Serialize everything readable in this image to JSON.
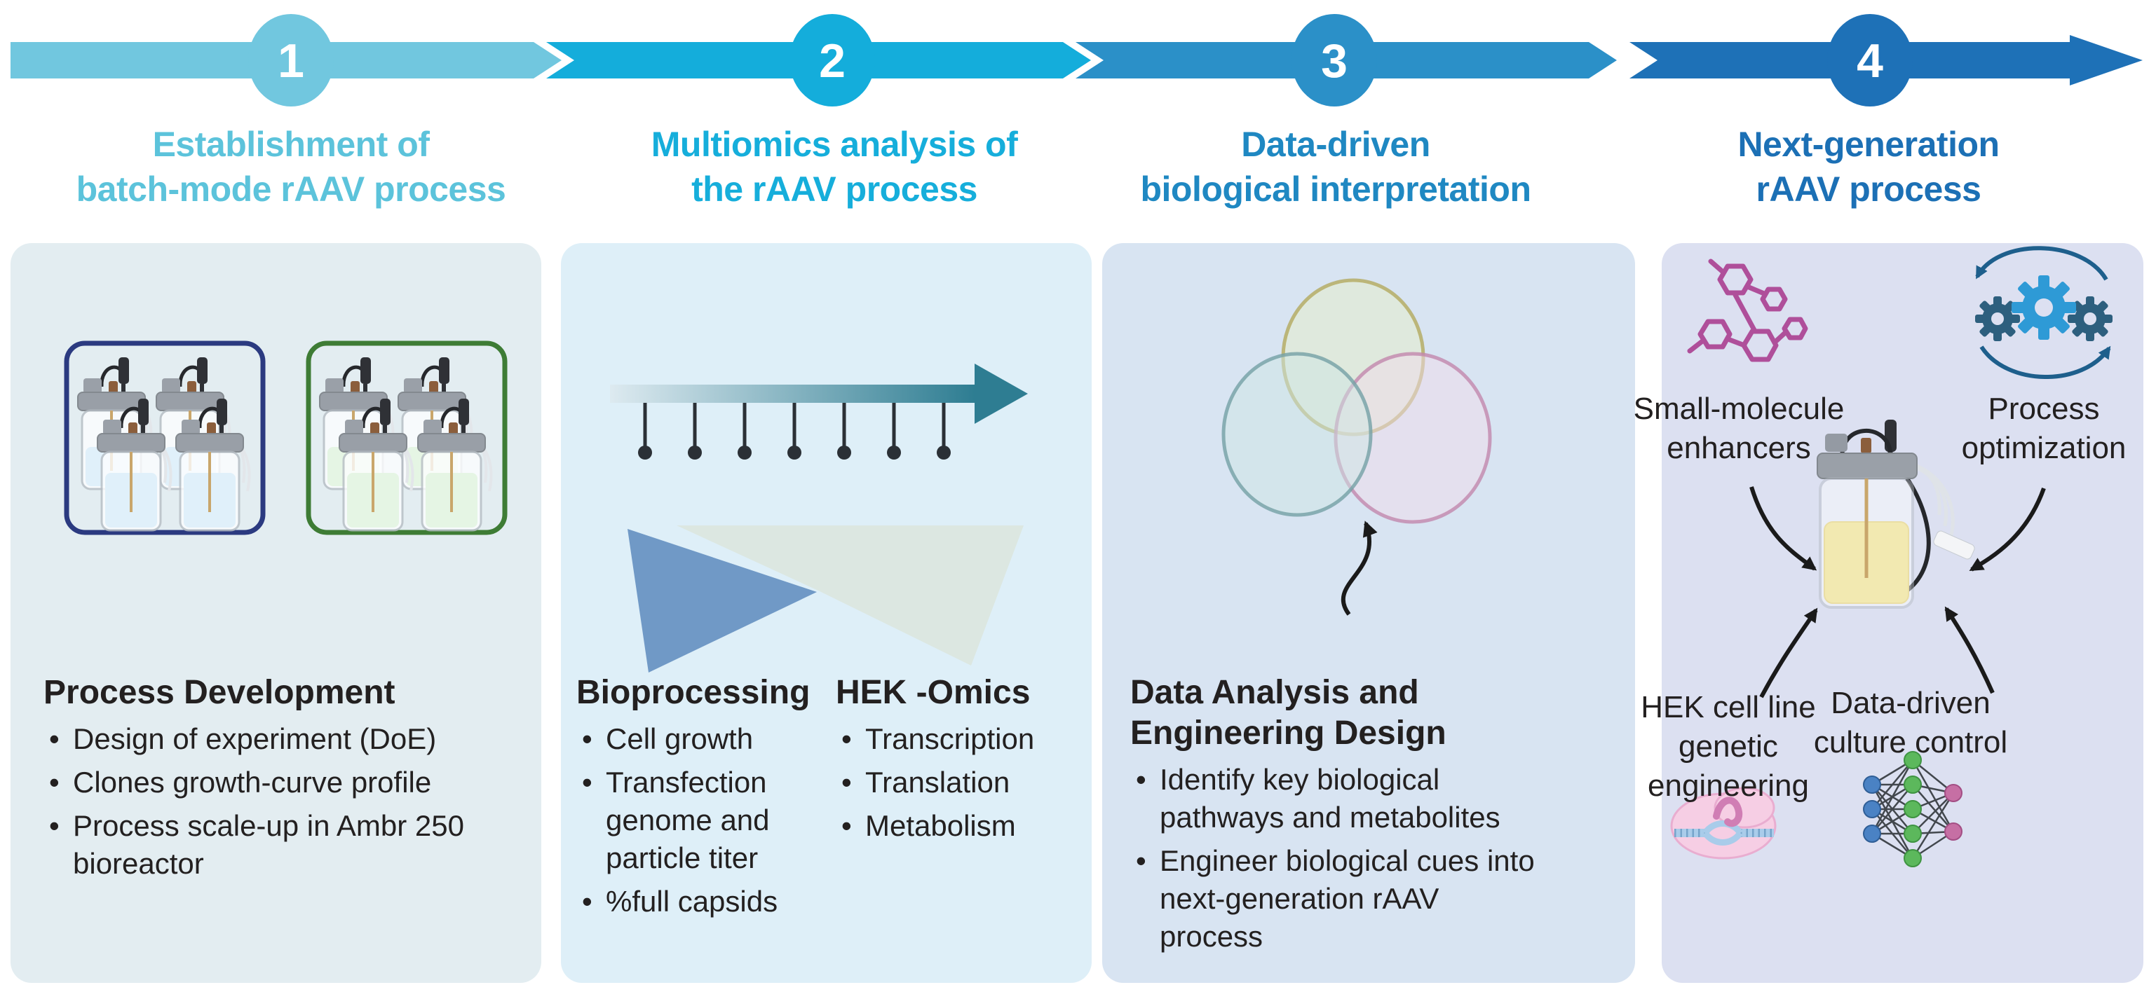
{
  "figure_title": "rAAV process development workflow",
  "timeline": {
    "steps": [
      {
        "number": "1",
        "title_line1": "Establishment of",
        "title_line2": "batch-mode rAAV process",
        "arrow_color": "#71C7DF",
        "title_color": "#5CC3DB"
      },
      {
        "number": "2",
        "title_line1": "Multiomics analysis of",
        "title_line2": "the rAAV process",
        "arrow_color": "#14ADDB",
        "title_color": "#16AEDB"
      },
      {
        "number": "3",
        "title_line1": "Data-driven",
        "title_line2": "biological interpretation",
        "arrow_color": "#2B90C8",
        "title_color": "#1F88C2"
      },
      {
        "number": "4",
        "title_line1": "Next-generation",
        "title_line2": "rAAV process",
        "arrow_color": "#1E71B7",
        "title_color": "#1C70B5"
      }
    ]
  },
  "panels": {
    "process_development": {
      "heading": "Process Development",
      "bullets": [
        "Design of experiment (DoE)",
        "Clones growth-curve profile",
        "Process scale-up in Ambr 250  bioreactor"
      ],
      "icons": [
        "blue-bioreactor-group-icon",
        "green-bioreactor-group-icon"
      ],
      "group_border_colors": [
        "#2B3A80",
        "#3E7C35"
      ],
      "liquid_colors": [
        "#6FBCE8",
        "#86D37C"
      ]
    },
    "multiomics": {
      "icons": [
        "sampling-timeline-arrow-icon",
        "bioprocess-omics-funnel-icon"
      ],
      "sampling_points": 7,
      "columns": [
        {
          "heading": "Bioprocessing",
          "bullets": [
            "Cell growth",
            "Transfection genome and particle titer",
            "%full capsids"
          ]
        },
        {
          "heading": "HEK -Omics",
          "bullets": [
            "Transcription",
            "Translation",
            "Metabolism"
          ]
        }
      ]
    },
    "interpretation": {
      "icons": [
        "venn-diagram-icon",
        "curved-arrow-icon"
      ],
      "heading": "Data Analysis and Engineering Design",
      "bullets": [
        "Identify key biological pathways and metabolites",
        "Engineer biological cues into next-generation rAAV process"
      ]
    },
    "next_generation": {
      "center_icon": "bioreactor-icon",
      "callouts": [
        {
          "label": "Small-molecule enhancers",
          "icon": "molecule-icon"
        },
        {
          "label": "Process optimization",
          "icon": "gears-cycle-icon"
        },
        {
          "label": "HEK cell line genetic engineering",
          "icon": "crispr-cell-icon"
        },
        {
          "label": "Data-driven culture control",
          "icon": "neural-network-icon"
        }
      ]
    }
  },
  "colors": {
    "step1": "#71C7DF",
    "step2": "#14ADDB",
    "step3": "#2B90C8",
    "step4": "#1E71B7",
    "panel1_bg": "#E3EDF1",
    "panel2_bg": "#DEEFF8",
    "panel3_bg": "#D8E4F2",
    "panel4_bg": "#DCE0F1",
    "body_text": "#232020",
    "bowtie_blue": "#7099C6",
    "bowtie_green": "#DCE7E1",
    "venn_teal": "#74A0A5",
    "venn_olive": "#B3A95E",
    "venn_pink": "#C287AC",
    "molecule_magenta": "#AF4F9A",
    "gear_blue": "#2E9AD6",
    "gear_dark": "#2D5F7E",
    "liquid_yellow": "#E9D872"
  }
}
